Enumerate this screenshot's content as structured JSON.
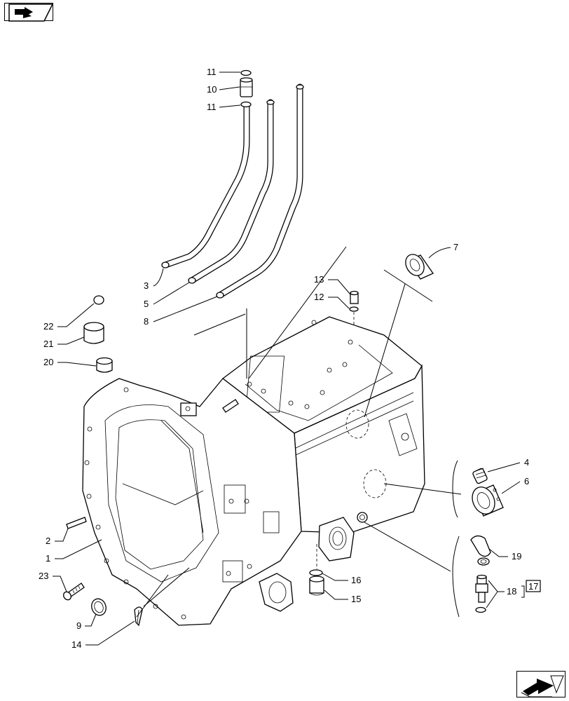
{
  "callouts": {
    "c1": "1",
    "c2": "2",
    "c3": "3",
    "c4": "4",
    "c5": "5",
    "c6": "6",
    "c7": "7",
    "c8": "8",
    "c9": "9",
    "c10": "10",
    "c11a": "11",
    "c11b": "11",
    "c12": "12",
    "c13": "13",
    "c14": "14",
    "c15": "15",
    "c16": "16",
    "c17": "17",
    "c18": "18",
    "c19": "19",
    "c20": "20",
    "c21": "21",
    "c22": "22",
    "c23": "23"
  },
  "icons": {
    "top_nav": "previous-page-arrow-icon",
    "bottom_nav": "next-page-arrow-icon"
  }
}
